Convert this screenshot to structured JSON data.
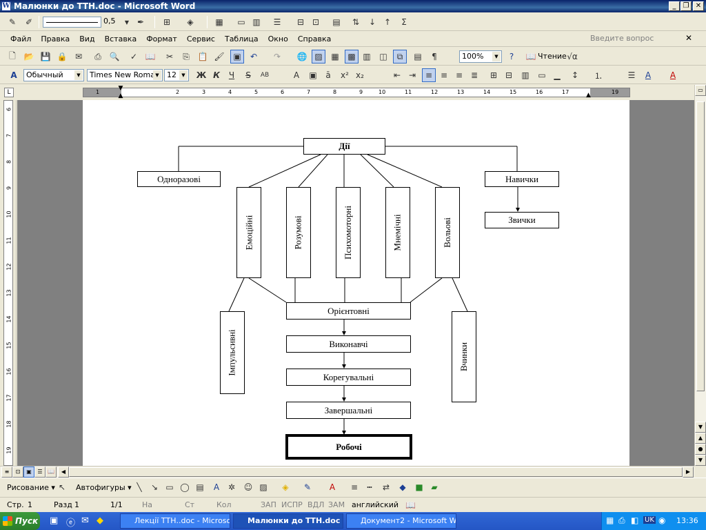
{
  "window": {
    "title": "Малюнки до ТТН.doc - Microsoft Word"
  },
  "toolbar_top": {
    "line_width": "0,5"
  },
  "menu": {
    "items": [
      "Файл",
      "Правка",
      "Вид",
      "Вставка",
      "Формат",
      "Сервис",
      "Таблица",
      "Окно",
      "Справка"
    ],
    "ask_placeholder": "Введите вопрос"
  },
  "standard_toolbar": {
    "zoom": "100%",
    "read_label": "Чтение"
  },
  "format_toolbar": {
    "style": "Обычный",
    "font": "Times New Roman",
    "size": "12",
    "bold": "Ж",
    "italic": "К",
    "underline": "Ч"
  },
  "ruler": {
    "h_numbers": [
      "1",
      "2",
      "3",
      "4",
      "5",
      "6",
      "7",
      "8",
      "9",
      "10",
      "11",
      "12",
      "13",
      "14",
      "15",
      "16",
      "17",
      "19"
    ],
    "v_numbers": [
      "6",
      "7",
      "8",
      "9",
      "10",
      "11",
      "12",
      "13",
      "14",
      "15",
      "16",
      "17",
      "18",
      "19"
    ]
  },
  "diagram": {
    "root": "Дії",
    "one_time": "Одноразові",
    "skills": "Навички",
    "habits": "Звички",
    "columns": [
      "Емоційні",
      "Розумові",
      "Психомоторні",
      "Мнемічні",
      "Вольові"
    ],
    "orienting": "Орієнтовні",
    "executive": "Виконавчі",
    "corrective": "Корегувальні",
    "final": "Завершальні",
    "working": "Робочі",
    "impulsive": "Імпульсивні",
    "deeds": "Вчинки"
  },
  "drawing_toolbar": {
    "draw_label": "Рисование",
    "autoshapes_label": "Автофигуры"
  },
  "status_bar": {
    "page": "Стр.",
    "page_num": "1",
    "section": "Разд",
    "section_num": "1",
    "pages": "1/1",
    "at": "На",
    "line": "Ст",
    "col": "Кол",
    "rec": "ЗАП",
    "trk": "ИСПР",
    "ext": "ВДЛ",
    "ovr": "ЗАМ",
    "language": "английский"
  },
  "taskbar": {
    "start": "Пуск",
    "tasks": [
      "Лекції ТТН..doc - Microso...",
      "Малюнки до ТТН.doc ...",
      "Документ2 - Microsoft W..."
    ],
    "clock": "13:36",
    "lang": "UK"
  },
  "colors": {
    "titlebar": "#0a246a",
    "taskbar": "#2456c5",
    "page": "#ffffff",
    "workspace": "#808080"
  }
}
